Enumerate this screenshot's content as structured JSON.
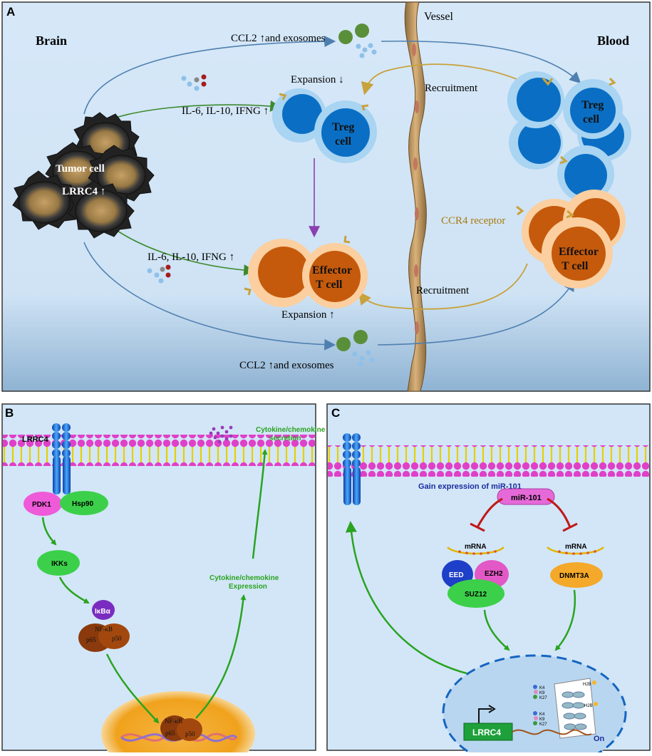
{
  "panel_a": {
    "letter": "A",
    "brain": "Brain",
    "blood": "Blood",
    "vessel": "Vessel",
    "tumor_cell": "Tumor cell",
    "lrrc4": "LRRC4",
    "ccl2_top": "CCL2",
    "ccl2_top_suffix": "and exosomes",
    "ccl2_bottom": "CCL2",
    "ccl2_bottom_suffix": "and exosomes",
    "il_top": "IL-6, IL-10, IFNG",
    "il_bottom": "IL-6, IL-10, IFNG",
    "expansion_top": "Expansion",
    "expansion_bottom": "Expansion",
    "recruitment_top": "Recruitment",
    "recruitment_bottom": "Recruitment",
    "treg_left_1": "Treg",
    "treg_left_2": "cell",
    "treg_right_1": "Treg",
    "treg_right_2": "cell",
    "effector_left_1": "Effector",
    "effector_left_2": "T cell",
    "effector_right_1": "Effector",
    "effector_right_2": "T cell",
    "ccr4": "CCR4  receptor"
  },
  "panel_b": {
    "letter": "B",
    "lrrc4": "LRRC4",
    "pdk1": "PDK1",
    "hsp90": "Hsp90",
    "ikks": "IKKs",
    "ikba": "IκBα",
    "nfkb": "NF-κB",
    "p65": "p65",
    "p50": "p50",
    "nfkb_nuc": "NF-κB",
    "p65_nuc": "p65",
    "p50_nuc": "p50",
    "expression_1": "Cytokine/chemokine",
    "expression_2": "Expression",
    "secretion_1": "Cytokine/chemokine",
    "secretion_2": "secretion"
  },
  "panel_c": {
    "letter": "C",
    "gain": "Gain expression of miR-101",
    "mir101": "miR-101",
    "mrna_left": "mRNA",
    "mrna_right": "mRNA",
    "eed": "EED",
    "ezh2": "EZH2",
    "suz12": "SUZ12",
    "dnmt3a": "DNMT3A",
    "lrrc4_gene": "LRRC4",
    "on": "On",
    "k4a": "K4",
    "k9a": "K9",
    "k27a": "K27",
    "h2ba": "H2B",
    "k4b": "K4",
    "k9b": "K9",
    "k27b": "K27",
    "h2bb": "H2B"
  },
  "colors": {
    "panel_bg": "#d2e6f8",
    "treg_dark": "#0a6fc4",
    "treg_light": "#a9d4f2",
    "effector_dark": "#c55a0c",
    "effector_light": "#fbcf9f",
    "arrow_green": "#2aa31f",
    "arrow_red": "#c01818",
    "arrow_blue": "#4f7faf",
    "arrow_gold": "#c8a23c",
    "membrane_head": "#e040c8"
  }
}
